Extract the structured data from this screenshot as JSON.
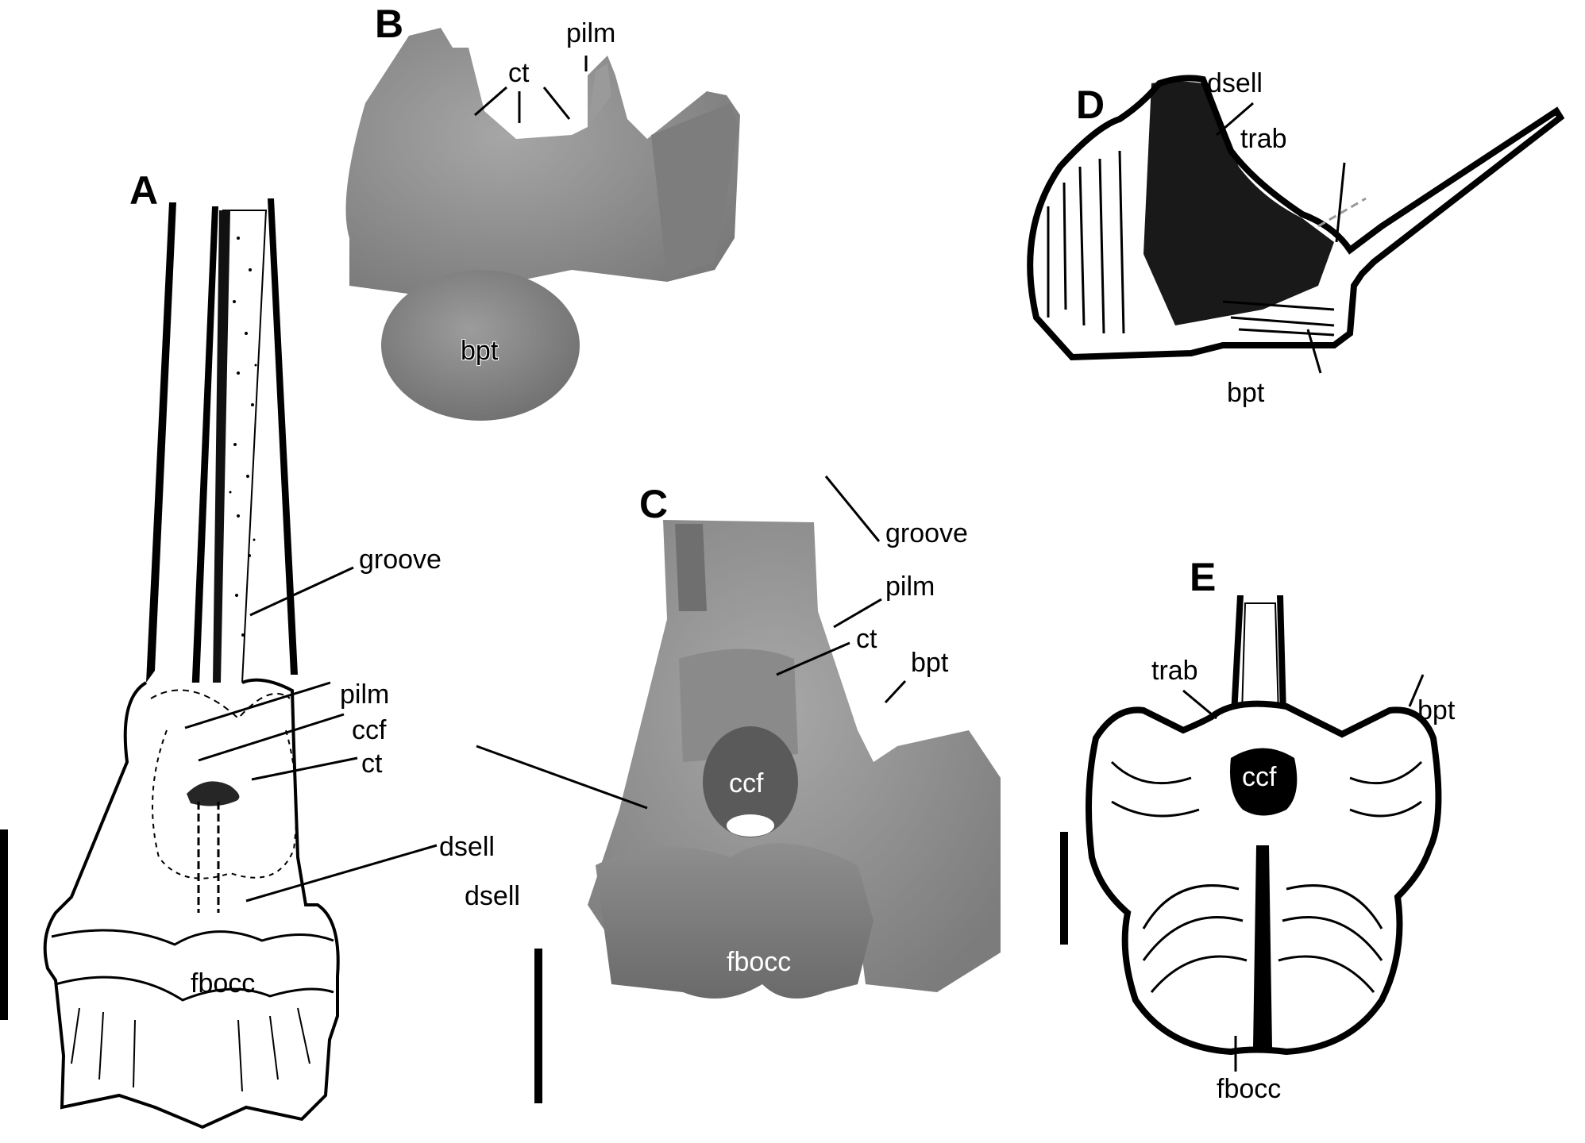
{
  "figure": {
    "panels": [
      {
        "letter": "A",
        "style": "line drawing (stippled)",
        "labels": {
          "groove": "groove",
          "pilm": "pilm",
          "ccf": "ccf",
          "ct": "ct",
          "dsell": "dsell",
          "fbocc": "fbocc"
        }
      },
      {
        "letter": "B",
        "style": "3D surface render (grey)",
        "labels": {
          "ct": "ct",
          "pilm": "pilm",
          "bpt": "bpt"
        }
      },
      {
        "letter": "C",
        "style": "3D surface render (grey)",
        "labels": {
          "groove": "groove",
          "pilm": "pilm",
          "ct": "ct",
          "bpt": "bpt",
          "dsell": "dsell",
          "ccf": "ccf",
          "fbocc": "fbocc"
        }
      },
      {
        "letter": "D",
        "style": "line drawing (black ink)",
        "labels": {
          "dsell": "dsell",
          "trab": "trab",
          "bpt": "bpt"
        }
      },
      {
        "letter": "E",
        "style": "line drawing (black ink)",
        "labels": {
          "trab": "trab",
          "bpt": "bpt",
          "ccf": "ccf",
          "fbocc": "fbocc"
        }
      }
    ],
    "scale_bars": 3,
    "colors": {
      "background": "#ffffff",
      "ink": "#000000",
      "render_grey": "#8f8f8f",
      "render_light": "#a8a8a8",
      "render_dark": "#6e6e6e"
    }
  }
}
